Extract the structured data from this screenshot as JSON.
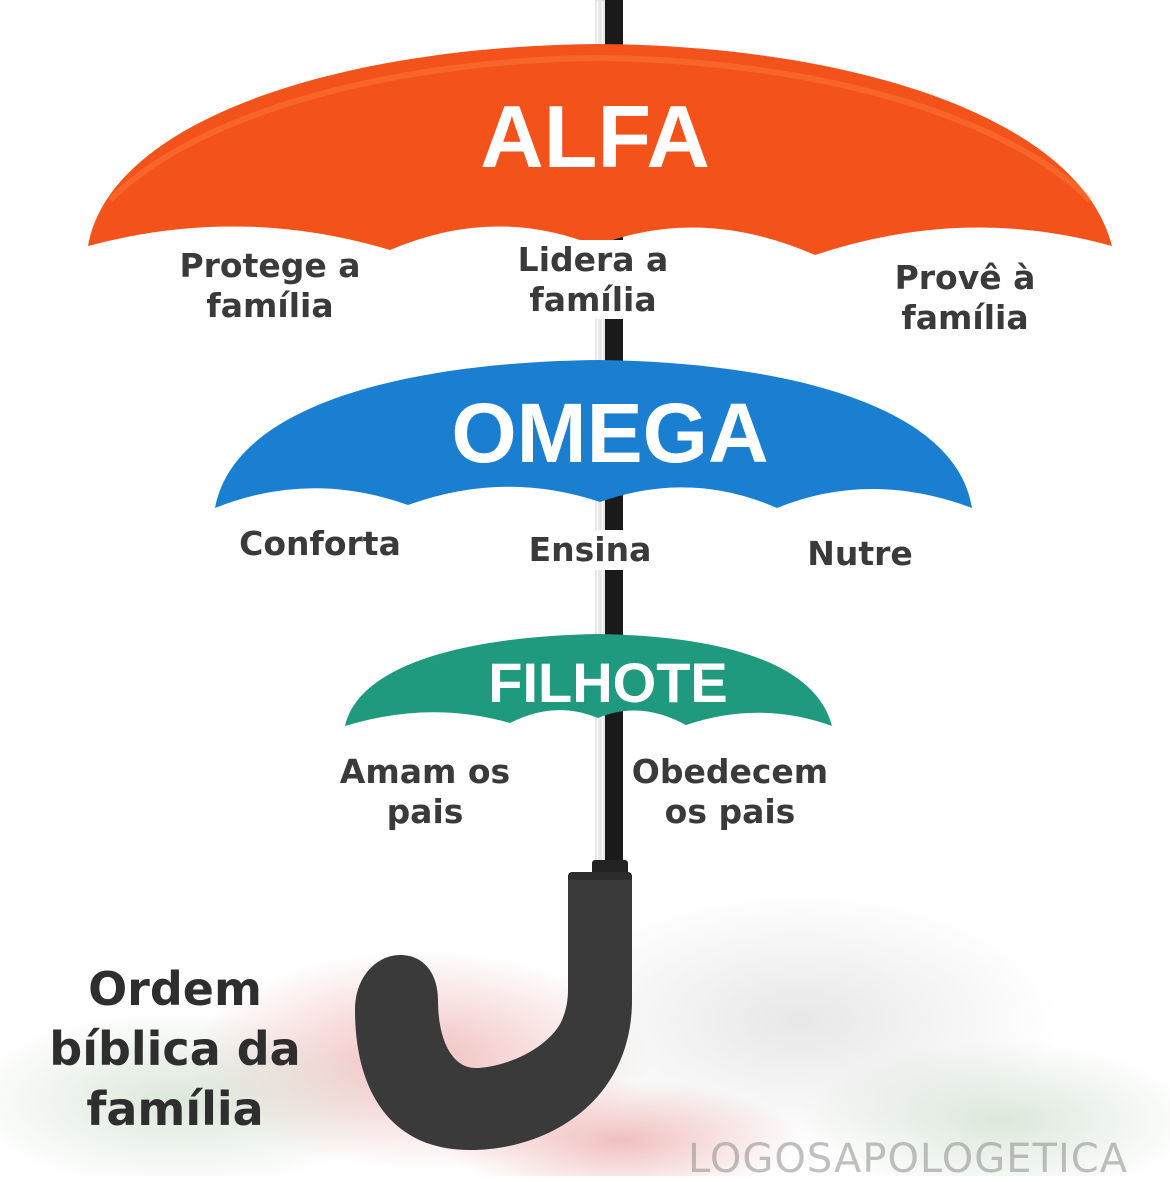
{
  "umbrellas": {
    "alfa": {
      "title": "ALFA",
      "color": "#f4521b",
      "labels": [
        "Protege a\nfamília",
        "Lidera a\nfamília",
        "Provê à\nfamília"
      ]
    },
    "omega": {
      "title": "OMEGA",
      "color": "#1b7fd1",
      "labels": [
        "Conforta",
        "Ensina",
        "Nutre"
      ]
    },
    "filhote": {
      "title": "FILHOTE",
      "color": "#1f9a7e",
      "labels": [
        "Amam os\npais",
        "Obedecem\nos pais"
      ]
    }
  },
  "caption": "Ordem\nbíblica da\nfamília",
  "watermark": "LOGOSAPOLOGETICA",
  "colors": {
    "handle": "#3a3a3a",
    "shaft": "#1a1a1a",
    "label_text": "#3a3a3a"
  }
}
